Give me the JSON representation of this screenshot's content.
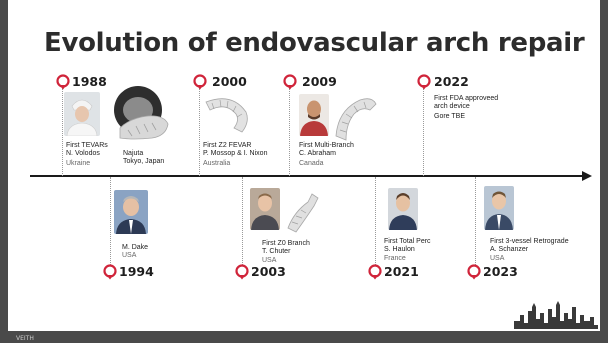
{
  "title": "Evolution of endovascular arch repair",
  "footer_logo": "VEITH",
  "colors": {
    "pin": "#d0243a",
    "axis": "#1a1a1a",
    "title": "#2c2c2c",
    "frame": "#4a4a4a"
  },
  "milestones": {
    "y1988": {
      "year": "1988",
      "text1_line1": "First TEVARs",
      "text1_line2": "N. Volodos",
      "text1_line3": "Ukraine",
      "text2_line1": "Najuta",
      "text2_line2": "Tokyo, Japan"
    },
    "y1994": {
      "year": "1994",
      "line1": "M. Dake",
      "line2": "USA"
    },
    "y2000": {
      "year": "2000",
      "line1": "First Z2 FEVAR",
      "line2": "P. Mossop & I. Nixon",
      "line3": "Australia"
    },
    "y2003": {
      "year": "2003",
      "line1": "First Z0 Branch",
      "line2": "T. Chuter",
      "line3": "USA"
    },
    "y2009": {
      "year": "2009",
      "line1": "First Multi-Branch",
      "line2": "C. Abraham",
      "line3": "Canada"
    },
    "y2021": {
      "year": "2021",
      "line1": "First Total Perc",
      "line2": "S. Haulon",
      "line3": "France"
    },
    "y2022": {
      "year": "2022",
      "line1": "First FDA approveed",
      "line2": "arch device",
      "line3": "Gore TBE"
    },
    "y2023": {
      "year": "2023",
      "line1": "First 3-vessel Retrograde",
      "line2": "A. Schanzer",
      "line3": "USA"
    }
  }
}
